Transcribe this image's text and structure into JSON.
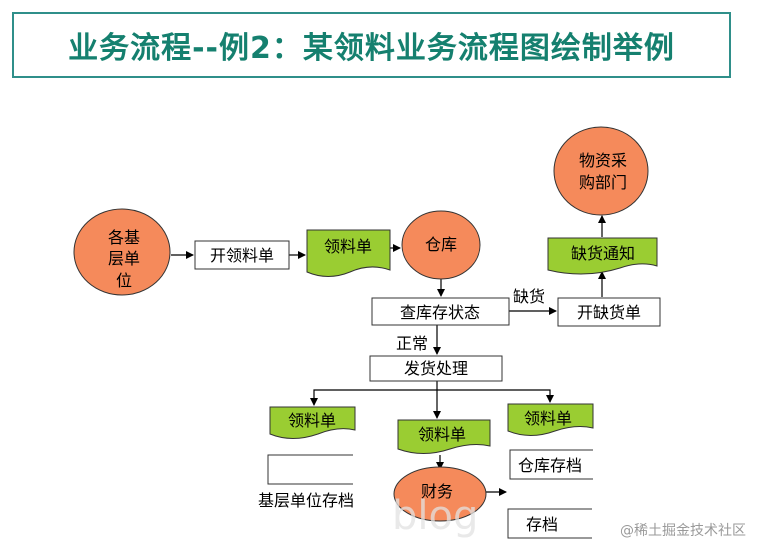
{
  "title": "业务流程--例2：某领料业务流程图绘制举例",
  "nodes": {
    "unit_lines": [
      "各基",
      "层单",
      "位"
    ],
    "kaill": "开领料单",
    "ll1": "领料单",
    "cangku": "仓库",
    "wuzi_lines": [
      "物资采",
      "购部门"
    ],
    "quehuo_tongzhi": "缺货通知",
    "chakucun": "查库存状态",
    "quehuo": "缺货",
    "kai_quehuo": "开缺货单",
    "zhengchang": "正常",
    "fahuo": "发货处理",
    "ll_left": "领料单",
    "ll_mid": "领料单",
    "ll_right": "领料单",
    "jiceng_cundang": "基层单位存档",
    "caiwu": "财务",
    "cangku_cundang": "仓库存档",
    "cundang": "存档"
  },
  "colors": {
    "circle": "#f58a5b",
    "document": "#9acd32",
    "title": "#15806f",
    "frame": "#2f8f8a"
  },
  "watermark": "@稀土掘金技术社区",
  "blog_text": "blog"
}
